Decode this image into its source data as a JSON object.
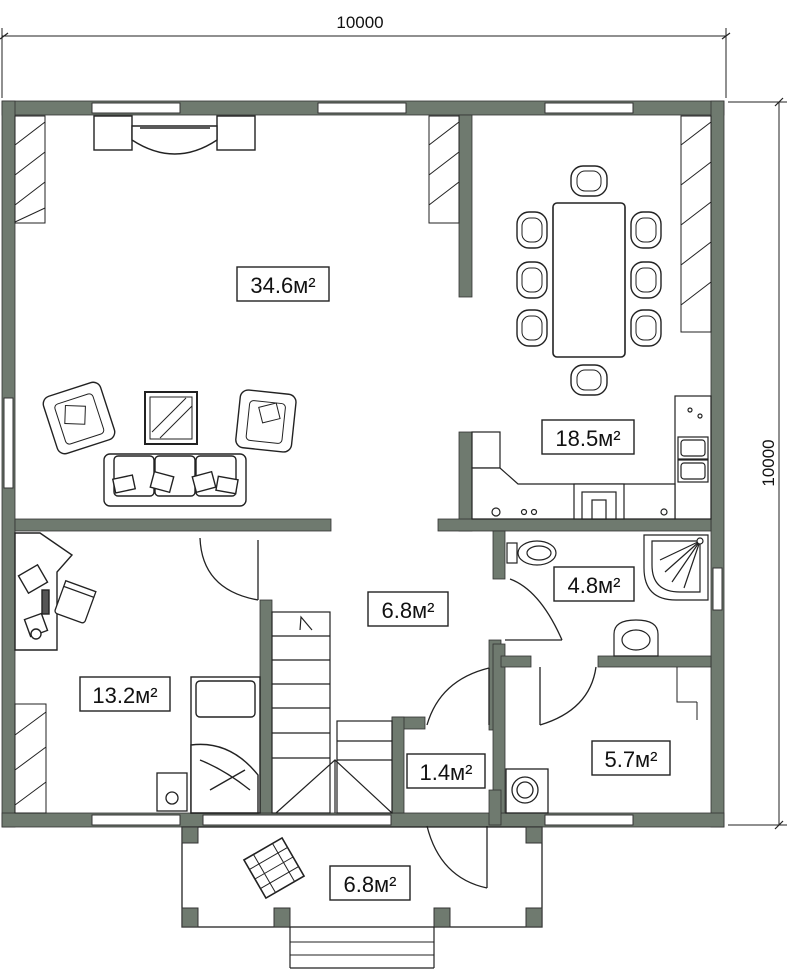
{
  "dimensions": {
    "width_label": "10000",
    "height_label": "10000"
  },
  "rooms": [
    {
      "id": "living",
      "label": "34.6м²"
    },
    {
      "id": "kitchen",
      "label": "18.5м²"
    },
    {
      "id": "hall",
      "label": "6.8м²"
    },
    {
      "id": "bathroom",
      "label": "4.8м²"
    },
    {
      "id": "bedroom",
      "label": "13.2м²"
    },
    {
      "id": "closet",
      "label": "1.4м²"
    },
    {
      "id": "laundry",
      "label": "5.7м²"
    },
    {
      "id": "porch",
      "label": "6.8м²"
    }
  ],
  "colors": {
    "wall": "#6f7a6f",
    "line": "#222222",
    "window": "#ffffff"
  }
}
